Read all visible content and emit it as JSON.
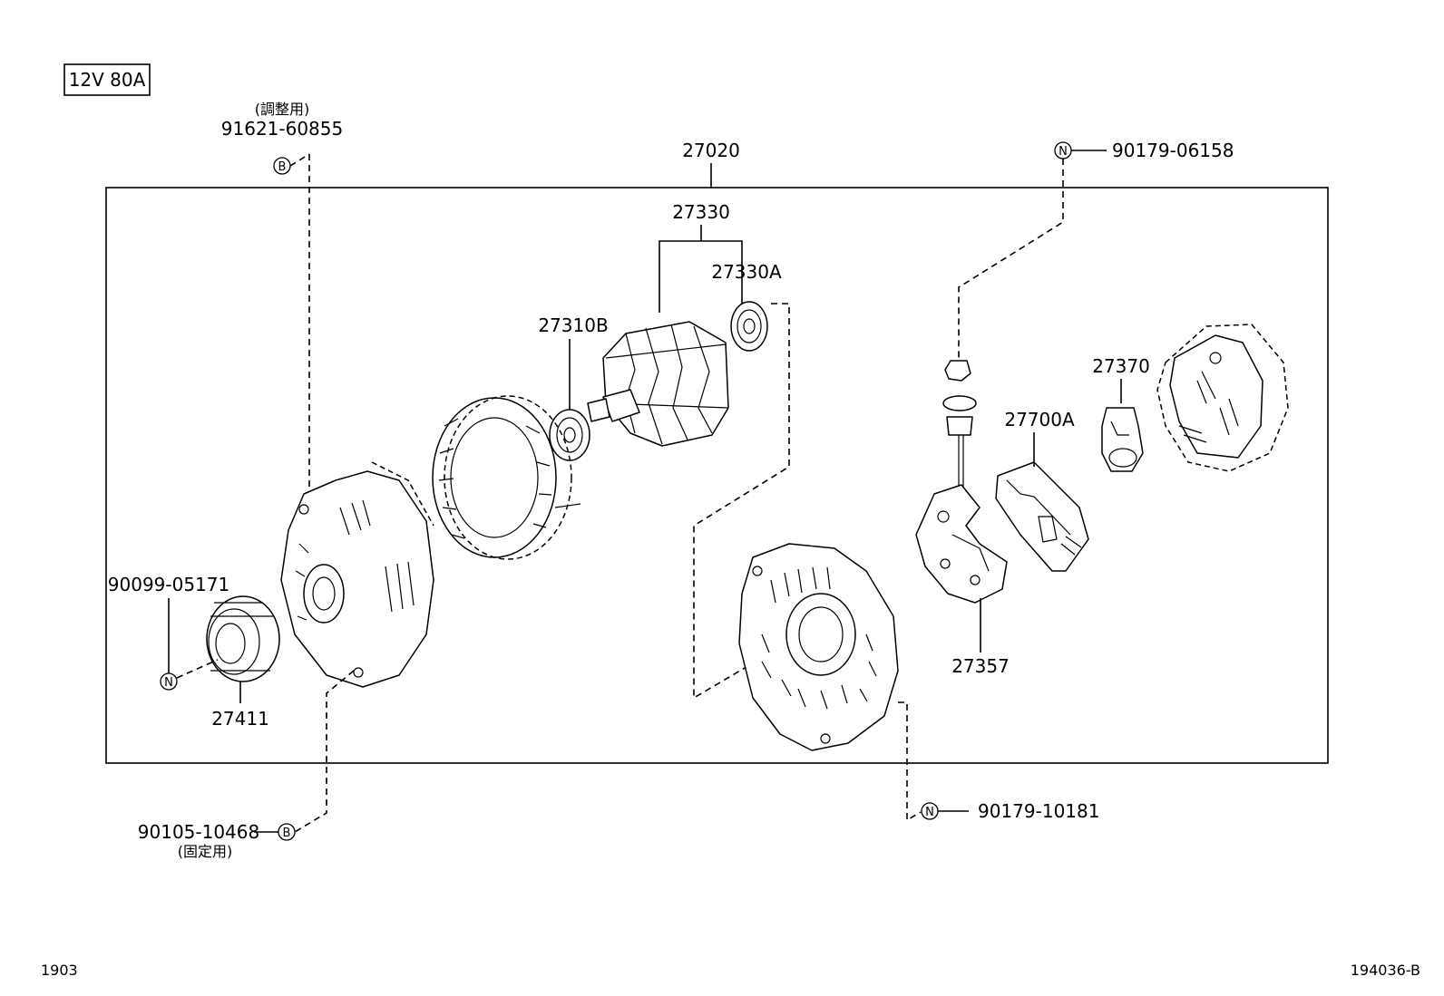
{
  "spec_box": "12V 80A",
  "assembly_number": "27020",
  "callouts": {
    "p_91621_60855_note": "(調整用)",
    "p_91621_60855": "91621-60855",
    "p_90179_06158": "90179-06158",
    "p_27330": "27330",
    "p_27330a": "27330A",
    "p_27310b": "27310B",
    "p_27370": "27370",
    "p_27700a": "27700A",
    "p_90099_05171": "90099-05171",
    "p_27411": "27411",
    "p_27357": "27357",
    "p_90179_10181": "90179-10181",
    "p_90105_10468": "90105-10468",
    "p_90105_10468_note": "(固定用)"
  },
  "symbols": {
    "b": "B",
    "n": "N"
  },
  "footer": {
    "left_code": "1903",
    "right_code": "194036-B"
  }
}
